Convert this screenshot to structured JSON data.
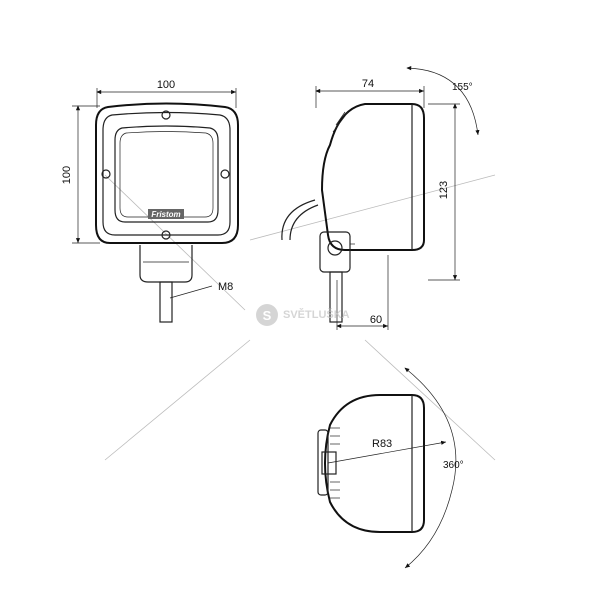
{
  "front_view": {
    "width_dim": "100",
    "height_dim": "100",
    "thread_label": "M8",
    "logo_text": "Fristom"
  },
  "side_view": {
    "depth_dim": "74",
    "tilt_angle": "155°",
    "height_dim": "123",
    "mount_dim": "60"
  },
  "top_view": {
    "radius_dim": "R83",
    "rotation_angle": "360°"
  },
  "watermark": {
    "brand": "SVĚTLUŠKA",
    "badge": "S"
  },
  "colors": {
    "line": "#222222",
    "construction_line": "#bbbbbb",
    "watermark": "#c8c8c8"
  }
}
